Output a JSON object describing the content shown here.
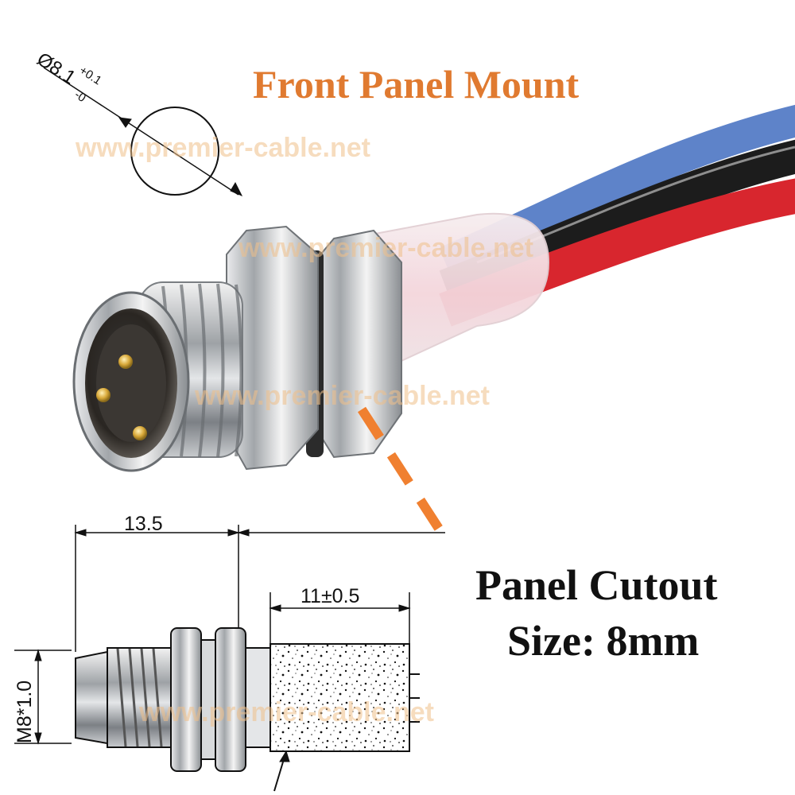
{
  "title": "Front Panel Mount",
  "callout": {
    "line1": "Panel Cutout",
    "line2": "Size: 8mm"
  },
  "watermark": "www.premier-cable.net",
  "dimensions": {
    "length": "13.5",
    "insert_length": "11±0.5",
    "thread": "M8*1.0",
    "diameter_base": "Ø8.1",
    "diameter_plus": "+0.1",
    "diameter_minus": "-0"
  },
  "colors": {
    "title": "#E07A30",
    "dash": "#F08030",
    "watermark": "#F0C08A",
    "wire_red": "#D8262E",
    "wire_black": "#1C1C1C",
    "wire_blue": "#5E83C9",
    "metal": "#B8BCC0",
    "pins": "#D9A93A"
  }
}
